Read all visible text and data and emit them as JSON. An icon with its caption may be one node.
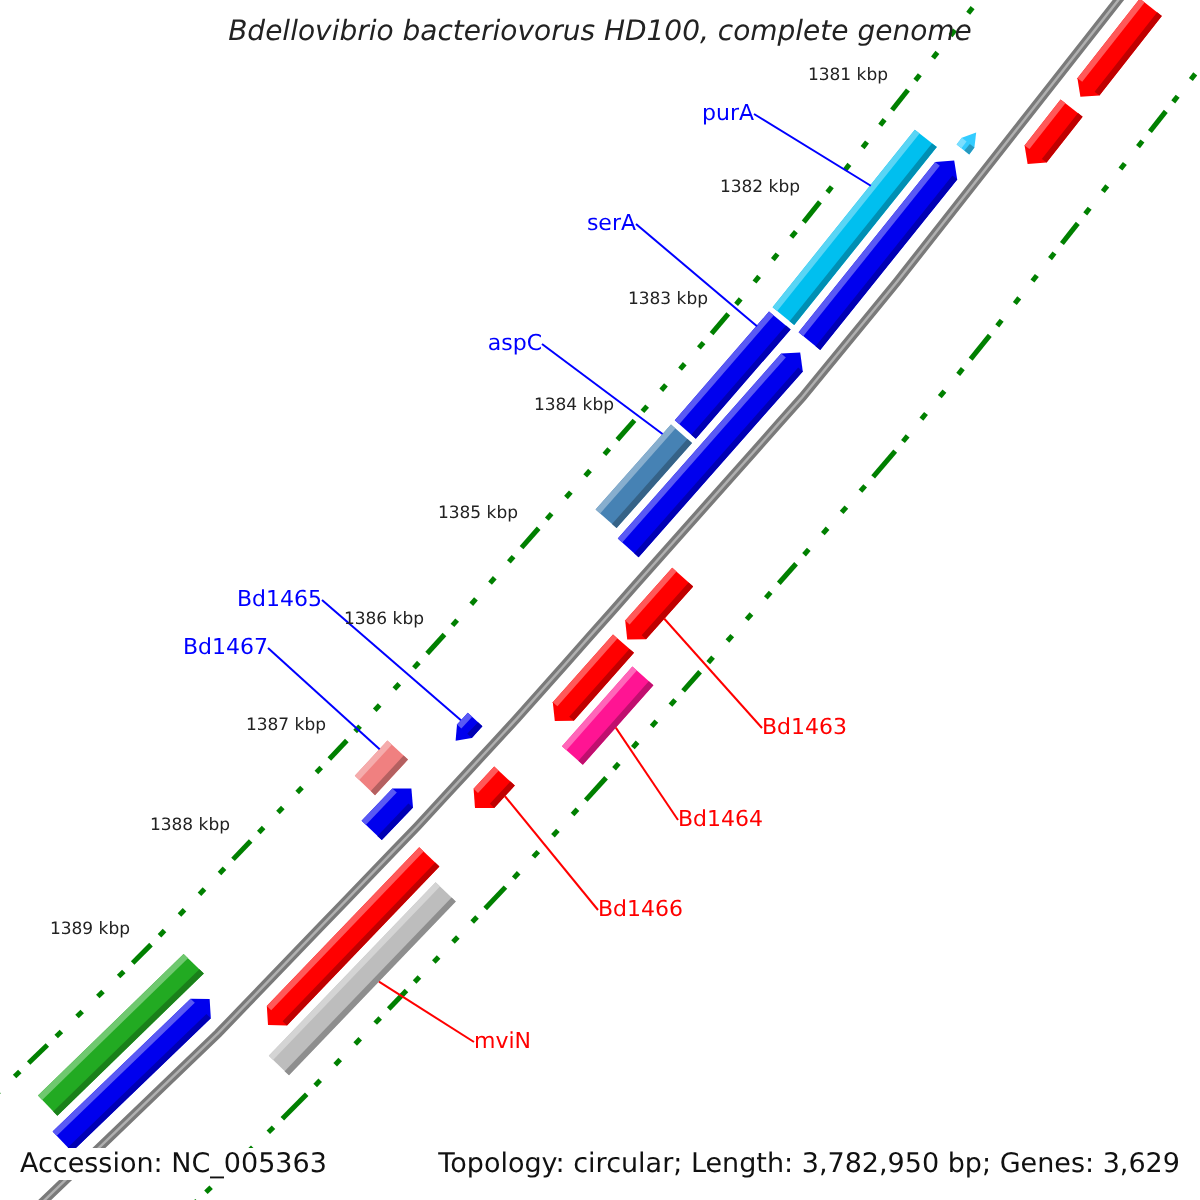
{
  "diagram": {
    "title": "Bdellovibrio bacteriovorus HD100, complete genome",
    "nodes": [
      {
        "text": [
          "purA"
        ]
      },
      {
        "text": [
          "serA"
        ]
      },
      {
        "text": [
          "aspC"
        ]
      },
      {
        "text": [
          "Bd1465"
        ]
      },
      {
        "text": [
          "Bd1467"
        ]
      },
      {
        "text": [
          "Bd1463"
        ]
      },
      {
        "text": [
          "Bd1464"
        ]
      },
      {
        "text": [
          "Bd1466"
        ]
      },
      {
        "text": [
          "mviN"
        ]
      },
      {
        "text": [],
        "shape": "bar"
      },
      {
        "text": [],
        "shape": "bar"
      },
      {
        "text": [],
        "shape": "bar"
      },
      {
        "text": [],
        "shape": "bar"
      },
      {
        "text": [],
        "shape": "bar"
      },
      {
        "text": [],
        "shape": "bar"
      },
      {
        "text": [],
        "shape": "bar"
      },
      {
        "text": [],
        "shape": "bar"
      },
      {
        "text": [],
        "shape": "bar"
      },
      {
        "text": [],
        "shape": "bar"
      },
      {
        "text": [],
        "shape": "bar"
      },
      {
        "text": [],
        "shape": "bar"
      },
      {
        "text": [],
        "shape": "bar"
      },
      {
        "text": [],
        "shape": "bar"
      },
      {
        "text": [],
        "shape": "bar"
      },
      {
        "text": [],
        "shape": "bar"
      },
      {
        "text": [],
        "shape": "bar"
      },
      {
        "text": [],
        "shape": "bar"
      },
      {
        "text": [],
        "shape": "bar"
      }
    ],
    "edges": [
      {
        "from": 0,
        "to": 9,
        "arrow": "none"
      },
      {
        "from": 1,
        "to": 10,
        "arrow": "none"
      },
      {
        "from": 2,
        "to": 11,
        "arrow": "none"
      },
      {
        "from": 3,
        "to": 12,
        "arrow": "none"
      },
      {
        "from": 4,
        "to": 13,
        "arrow": "none"
      },
      {
        "from": 5,
        "to": 14,
        "arrow": "none",
        "color": "#ff0000"
      },
      {
        "from": 6,
        "to": 15,
        "arrow": "none",
        "color": "#ff0000"
      },
      {
        "from": 7,
        "to": 16,
        "arrow": "none",
        "color": "#ff0000"
      },
      {
        "from": 8,
        "to": 17,
        "arrow": "none",
        "color": "#ff0000"
      }
    ],
    "labels": [
      "1381 kbp",
      "1382 kbp",
      "1383 kbp",
      "1384 kbp",
      "1385 kbp",
      "1386 kbp",
      "1387 kbp",
      "1388 kbp",
      "1389 kbp",
      "Accession: NC_005363",
      "Topology: circular; Length: 3,782,950 bp; Genes: 3,629"
    ]
  }
}
